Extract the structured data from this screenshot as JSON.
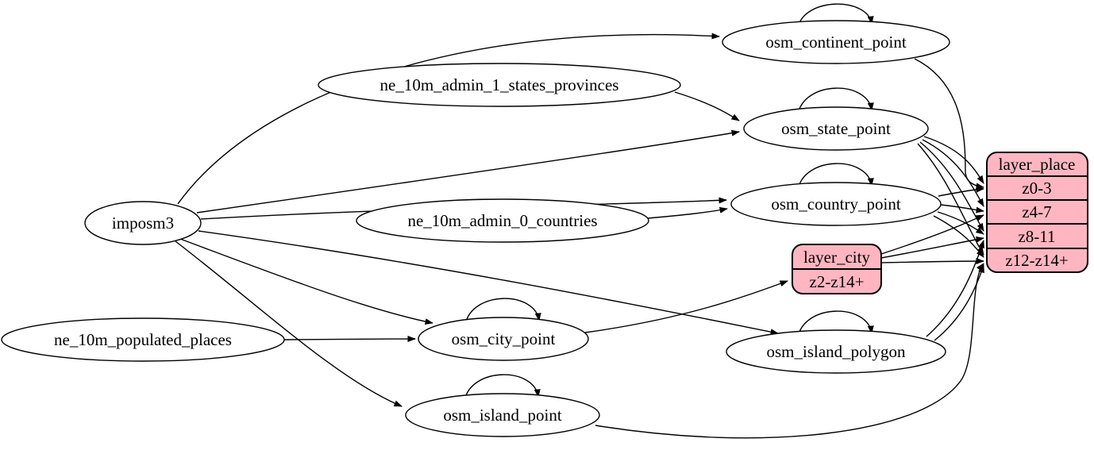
{
  "diagram": {
    "type": "graphviz-digraph",
    "colors": {
      "background": "#ffffff",
      "table_fill": "#ffffff",
      "layer_fill": "#ffb6c1",
      "stroke": "#000000",
      "text": "#000000"
    },
    "tables": {
      "imposm3": {
        "label": "imposm3"
      },
      "ne_10m_admin_1_states_provinces": {
        "label": "ne_10m_admin_1_states_provinces"
      },
      "ne_10m_admin_0_countries": {
        "label": "ne_10m_admin_0_countries"
      },
      "ne_10m_populated_places": {
        "label": "ne_10m_populated_places"
      },
      "osm_continent_point": {
        "label": "osm_continent_point"
      },
      "osm_state_point": {
        "label": "osm_state_point"
      },
      "osm_country_point": {
        "label": "osm_country_point"
      },
      "osm_city_point": {
        "label": "osm_city_point"
      },
      "osm_island_polygon": {
        "label": "osm_island_polygon"
      },
      "osm_island_point": {
        "label": "osm_island_point"
      }
    },
    "layers": {
      "layer_city": {
        "title": "layer_city",
        "rows": [
          "z2-z14+"
        ]
      },
      "layer_place": {
        "title": "layer_place",
        "rows": [
          "z0-3",
          "z4-7",
          "z8-11",
          "z12-z14+"
        ]
      }
    },
    "edges": [
      {
        "from": "imposm3",
        "to": "osm_continent_point"
      },
      {
        "from": "imposm3",
        "to": "osm_state_point"
      },
      {
        "from": "imposm3",
        "to": "osm_country_point"
      },
      {
        "from": "imposm3",
        "to": "osm_city_point"
      },
      {
        "from": "imposm3",
        "to": "osm_island_polygon"
      },
      {
        "from": "imposm3",
        "to": "osm_island_point"
      },
      {
        "from": "ne_10m_admin_1_states_provinces",
        "to": "osm_state_point"
      },
      {
        "from": "ne_10m_admin_0_countries",
        "to": "osm_country_point"
      },
      {
        "from": "ne_10m_populated_places",
        "to": "osm_city_point"
      },
      {
        "from": "osm_continent_point",
        "to": "osm_continent_point"
      },
      {
        "from": "osm_state_point",
        "to": "osm_state_point"
      },
      {
        "from": "osm_country_point",
        "to": "osm_country_point"
      },
      {
        "from": "osm_city_point",
        "to": "osm_city_point"
      },
      {
        "from": "osm_island_polygon",
        "to": "osm_island_polygon"
      },
      {
        "from": "osm_island_point",
        "to": "osm_island_point"
      },
      {
        "from": "osm_city_point",
        "to": "layer_city:z2-z14+"
      },
      {
        "from": "osm_continent_point",
        "to": "layer_place:z0-3"
      },
      {
        "from": "osm_state_point",
        "to": "layer_place:z0-3"
      },
      {
        "from": "osm_state_point",
        "to": "layer_place:z4-7"
      },
      {
        "from": "osm_state_point",
        "to": "layer_place:z8-11"
      },
      {
        "from": "osm_state_point",
        "to": "layer_place:z12-z14+"
      },
      {
        "from": "osm_country_point",
        "to": "layer_place:z0-3"
      },
      {
        "from": "osm_country_point",
        "to": "layer_place:z4-7"
      },
      {
        "from": "osm_country_point",
        "to": "layer_place:z8-11"
      },
      {
        "from": "osm_country_point",
        "to": "layer_place:z12-z14+"
      },
      {
        "from": "layer_city",
        "to": "layer_place:z4-7"
      },
      {
        "from": "layer_city",
        "to": "layer_place:z8-11"
      },
      {
        "from": "layer_city",
        "to": "layer_place:z12-z14+"
      },
      {
        "from": "osm_island_polygon",
        "to": "layer_place:z8-11"
      },
      {
        "from": "osm_island_polygon",
        "to": "layer_place:z12-z14+"
      },
      {
        "from": "osm_island_point",
        "to": "layer_place:z12-z14+"
      }
    ]
  }
}
